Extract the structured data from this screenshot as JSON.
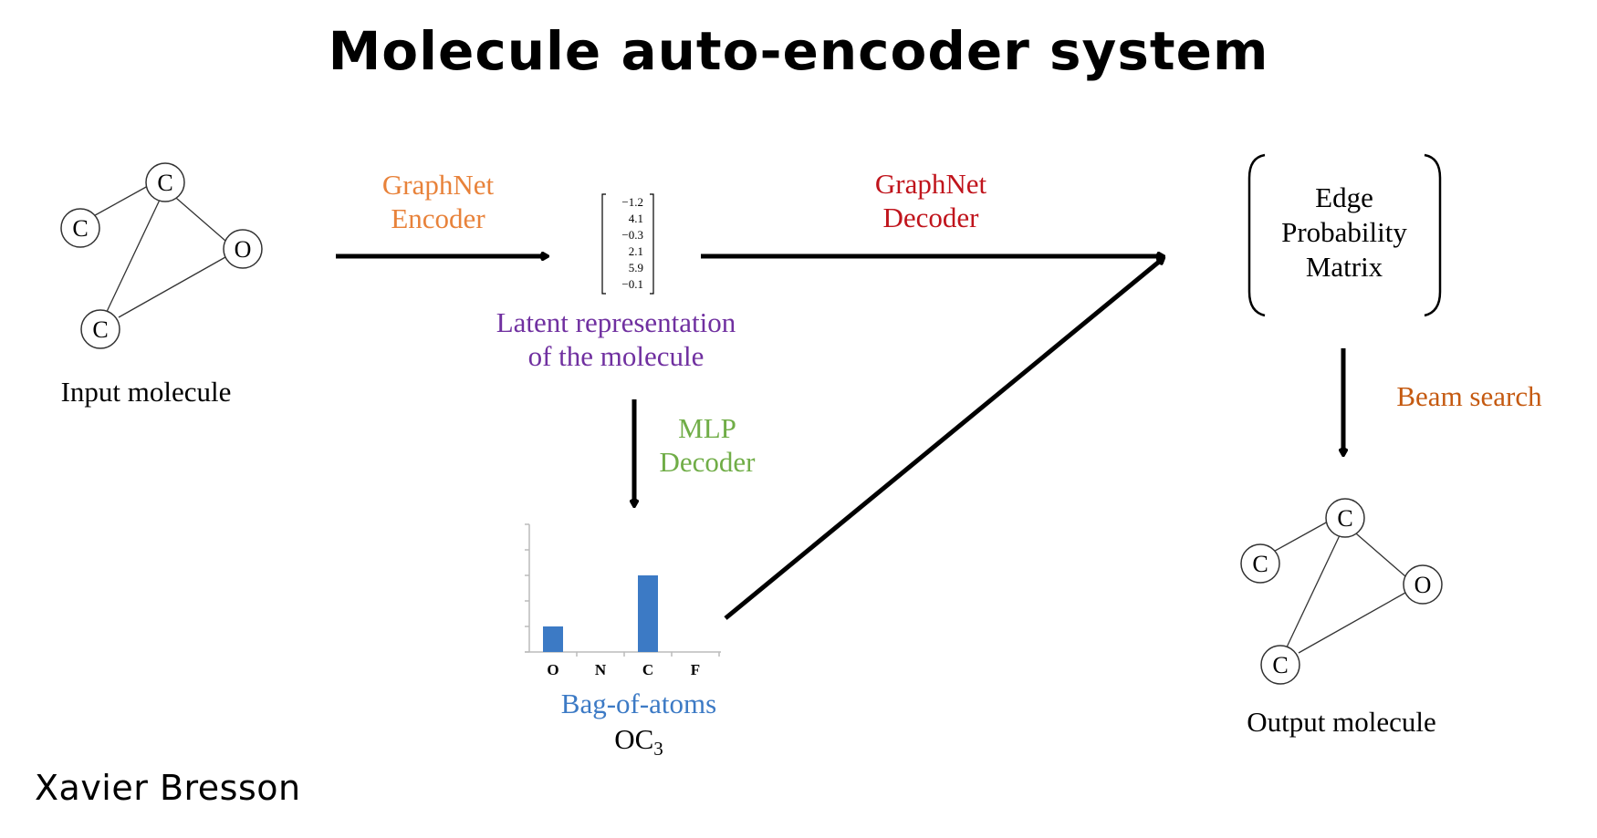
{
  "title": "Molecule auto-encoder system",
  "author": "Xavier Bresson",
  "colors": {
    "encoder": "#E8823A",
    "decoder": "#C0141C",
    "latent": "#7030A0",
    "mlp": "#70AD47",
    "bag": "#3C7AC5",
    "beam": "#C55A11",
    "bar": "#3C7AC5"
  },
  "input_molecule": {
    "label": "Input molecule",
    "atoms": [
      "C",
      "C",
      "O",
      "C"
    ]
  },
  "encoder": {
    "line1": "GraphNet",
    "line2": "Encoder"
  },
  "latent": {
    "values": [
      "−1.2",
      "4.1",
      "−0.3",
      "2.1",
      "5.9",
      "−0.1"
    ],
    "line1": "Latent representation",
    "line2": "of the molecule"
  },
  "decoder": {
    "line1": "GraphNet",
    "line2": "Decoder"
  },
  "mlp": {
    "line1": "MLP",
    "line2": "Decoder"
  },
  "edge_matrix": {
    "line1": "Edge",
    "line2": "Probability",
    "line3": "Matrix"
  },
  "beam": {
    "label": "Beam search"
  },
  "output_molecule": {
    "label": "Output molecule",
    "atoms": [
      "C",
      "C",
      "O",
      "C"
    ]
  },
  "bag": {
    "label": "Bag-of-atoms",
    "formula_main": "OC",
    "formula_sub": "3"
  },
  "chart_data": {
    "type": "bar",
    "categories": [
      "O",
      "N",
      "C",
      "F"
    ],
    "values": [
      1,
      0,
      3,
      0
    ],
    "ylim": [
      0,
      5
    ],
    "title": "",
    "xlabel": "",
    "ylabel": ""
  }
}
